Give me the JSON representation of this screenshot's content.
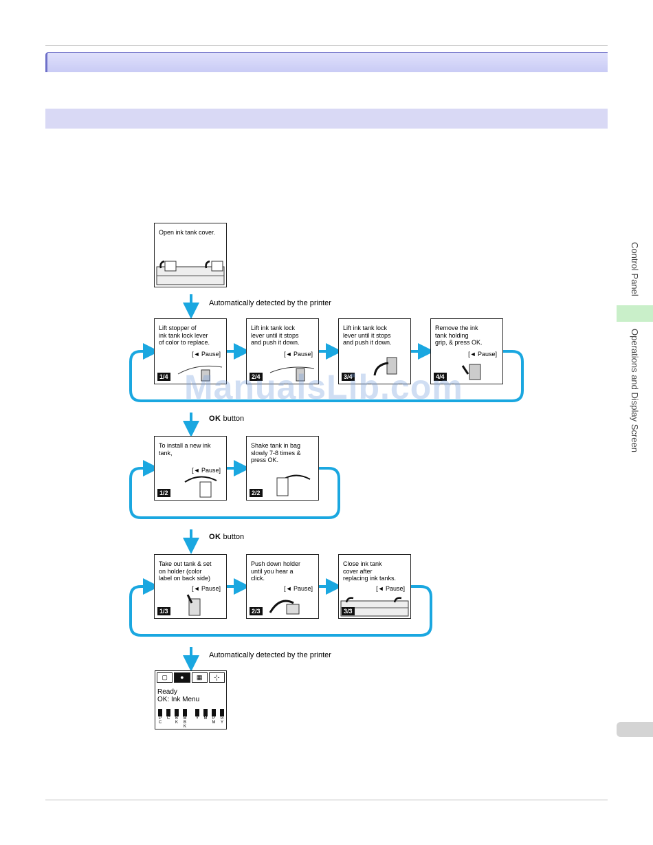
{
  "side": {
    "section1": "Control Panel",
    "section2": "Operations and Display Screen"
  },
  "flow": {
    "start": {
      "text": "Open ink tank cover."
    },
    "label_auto": "Automatically detected by the printer",
    "label_ok_prefix": "OK",
    "label_ok_suffix": " button",
    "pause": "[◄  Pause]",
    "row1": [
      {
        "text": "Lift stopper of\nink tank lock lever\nof color to replace.",
        "step": "1/4"
      },
      {
        "text": "Lift ink tank lock\nlever until it stops\nand push it down.",
        "step": "2/4"
      },
      {
        "text": "Lift ink tank lock\nlever until it stops\nand push it down.",
        "step": "3/4"
      },
      {
        "text": "Remove the ink\ntank holding\ngrip, & press OK.",
        "step": "4/4"
      }
    ],
    "row2": [
      {
        "text": "To install a new ink\ntank,",
        "step": "1/2"
      },
      {
        "text": "Shake tank in bag\nslowly 7-8 times &\npress OK.",
        "step": "2/2"
      }
    ],
    "row3": [
      {
        "text": "Take out tank & set\non holder (color\nlabel on back side)",
        "step": "1/3"
      },
      {
        "text": "Push down holder\nuntil you hear a\nclick.",
        "step": "2/3"
      },
      {
        "text": "Close ink tank\ncover after\nreplacing ink tanks.",
        "step": "3/3"
      }
    ],
    "final": {
      "line1": "Ready",
      "line2": "OK: Ink Menu",
      "inks": [
        "P\nC",
        "C",
        "B\nK",
        "M\nB\nK",
        "Y",
        "M",
        "P\nM",
        "G\nY"
      ]
    }
  },
  "watermark": "ManualsLib.com",
  "colors": {
    "arrow": "#1aa7e0",
    "band": "#d9d9f5",
    "tab": "#c9efc9"
  }
}
